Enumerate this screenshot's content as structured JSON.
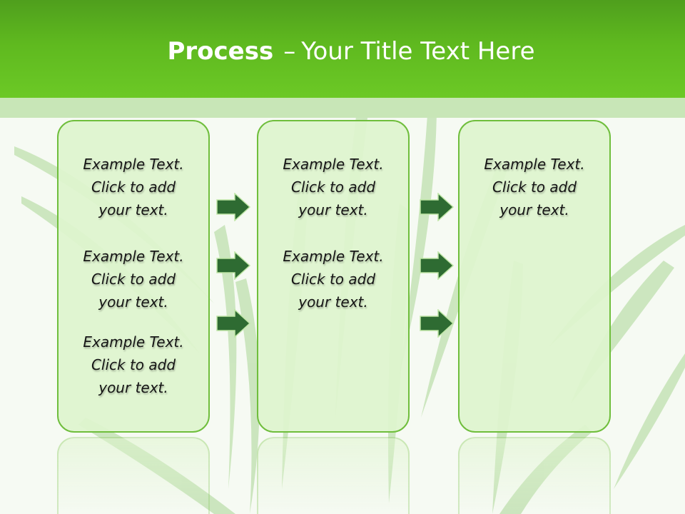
{
  "slide": {
    "title_bold": "Process",
    "title_dash": "–",
    "title_rest": "Your Title Text Here"
  },
  "columns": [
    {
      "items": [
        {
          "line1": "Example Text.",
          "line2": "Click  to add",
          "line3": "your text."
        },
        {
          "line1": "Example Text.",
          "line2": "Click  to add",
          "line3": "your text."
        },
        {
          "line1": "Example Text.",
          "line2": "Click  to add",
          "line3": "your text."
        }
      ]
    },
    {
      "items": [
        {
          "line1": "Example Text.",
          "line2": "Click  to add",
          "line3": "your text."
        },
        {
          "line1": "Example Text.",
          "line2": "Click  to add",
          "line3": "your text."
        }
      ]
    },
    {
      "items": [
        {
          "line1": "Example Text.",
          "line2": "Click  to add",
          "line3": "your text."
        }
      ]
    }
  ],
  "icons": {
    "arrow": "right-arrow-icon",
    "background": "grass-leaves"
  },
  "colors": {
    "header_green": "#5fb91f",
    "box_border": "#6fbe3c",
    "box_fill": "#def4cd",
    "arrow_fill": "#2e6b32"
  }
}
